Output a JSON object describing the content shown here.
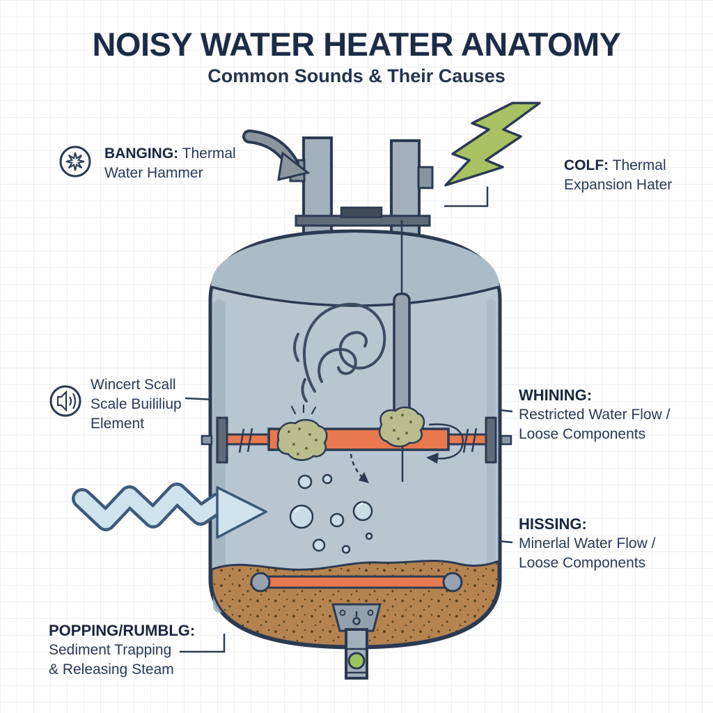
{
  "header": {
    "title": "NOISY WATER HEATER ANATOMY",
    "subtitle": "Common Sounds & Their Causes"
  },
  "callouts": {
    "banging": {
      "term": "BANGING:",
      "text_line1": "Thermal",
      "text_line2": "Water Hammer"
    },
    "colf": {
      "term": "COLF:",
      "text_line1": "Thermal",
      "text_line2": "Expansion Hater"
    },
    "scale": {
      "line1": "Wincert Scall",
      "line2": "Scale Buililiup",
      "line3": "Element"
    },
    "whining": {
      "term": "WHINING:",
      "line1": "Restricted Water Flow /",
      "line2": "Loose Components"
    },
    "hissing": {
      "term": "HISSING:",
      "line1": "Minerlal Water Flow /",
      "line2": "Loose Components"
    },
    "popping": {
      "term": "POPPING/RUMBLG:",
      "line1": "Sediment Trapping",
      "line2": "& Releasing Steam"
    }
  },
  "icons": {
    "banging": "burst-impact-icon",
    "scale": "speaker-sound-icon",
    "top_left": "curved-arrow-icon",
    "top_right": "lightning-zigzag-icon",
    "left": "zigzag-flow-arrow-icon"
  },
  "colors": {
    "ink": "#2b3a52",
    "tank_shell": "#b7c6d1",
    "tank_lid": "#abbcc9",
    "pipe_gray": "#a2b0bd",
    "element_orange": "#e8794f",
    "scale_deposit": "#b9bd8e",
    "sediment_brown": "#b58350",
    "bolt_green": "#a9c162",
    "flow_arrow_blue": "#cfe3ee",
    "drain_green": "#9cc45e"
  }
}
